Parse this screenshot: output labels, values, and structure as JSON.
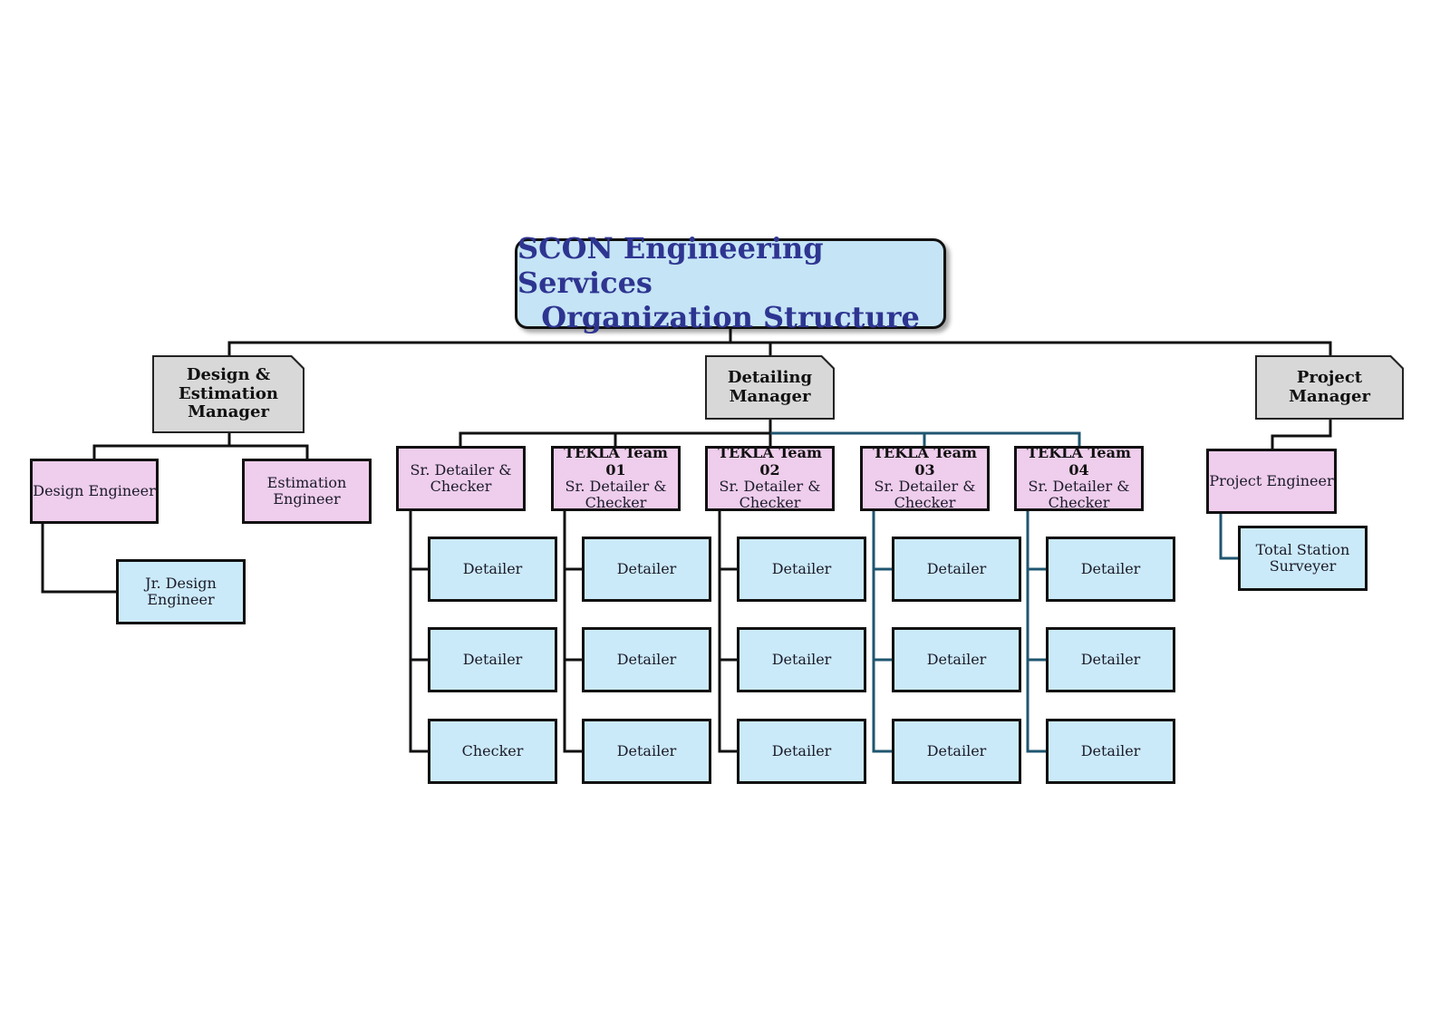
{
  "title": {
    "line1": "SCON Engineering Services",
    "line2": "Organization Structure"
  },
  "colors": {
    "title_text": "#2e3591",
    "title_fill": "#c5e4f5",
    "manager_fill": "#d8d8d8",
    "lead_fill": "#efcdec",
    "staff_fill": "#cbeaf9",
    "connector_black": "#111111",
    "connector_teal": "#1f5670"
  },
  "managers": {
    "design": {
      "line1": "Design &",
      "line2": "Estimation",
      "line3": "Manager"
    },
    "detailing": {
      "line1": "Detailing",
      "line2": "Manager"
    },
    "project": {
      "line1": "Project Manager"
    }
  },
  "design_branch": {
    "design_engineer": "Design Engineer",
    "estimation_engineer": {
      "line1": "Estimation",
      "line2": "Engineer"
    },
    "jr_design_engineer": {
      "line1": "Jr. Design",
      "line2": "Engineer"
    }
  },
  "detailing_branch": {
    "teams": [
      {
        "team": "",
        "role_line1": "Sr. Detailer &",
        "role_line2": "Checker",
        "members": [
          "Detailer",
          "Detailer",
          "Checker"
        ]
      },
      {
        "team": "TEKLA Team 01",
        "role_line1": "Sr. Detailer &",
        "role_line2": "Checker",
        "members": [
          "Detailer",
          "Detailer",
          "Detailer"
        ]
      },
      {
        "team": "TEKLA Team 02",
        "role_line1": "Sr. Detailer &",
        "role_line2": "Checker",
        "members": [
          "Detailer",
          "Detailer",
          "Detailer"
        ]
      },
      {
        "team": "TEKLA Team 03",
        "role_line1": "Sr. Detailer &",
        "role_line2": "Checker",
        "members": [
          "Detailer",
          "Detailer",
          "Detailer"
        ]
      },
      {
        "team": "TEKLA Team 04",
        "role_line1": "Sr. Detailer &",
        "role_line2": "Checker",
        "members": [
          "Detailer",
          "Detailer",
          "Detailer"
        ]
      }
    ]
  },
  "project_branch": {
    "project_engineer": "Project Engineer",
    "surveyor": {
      "line1": "Total Station",
      "line2": "Surveyer"
    }
  }
}
